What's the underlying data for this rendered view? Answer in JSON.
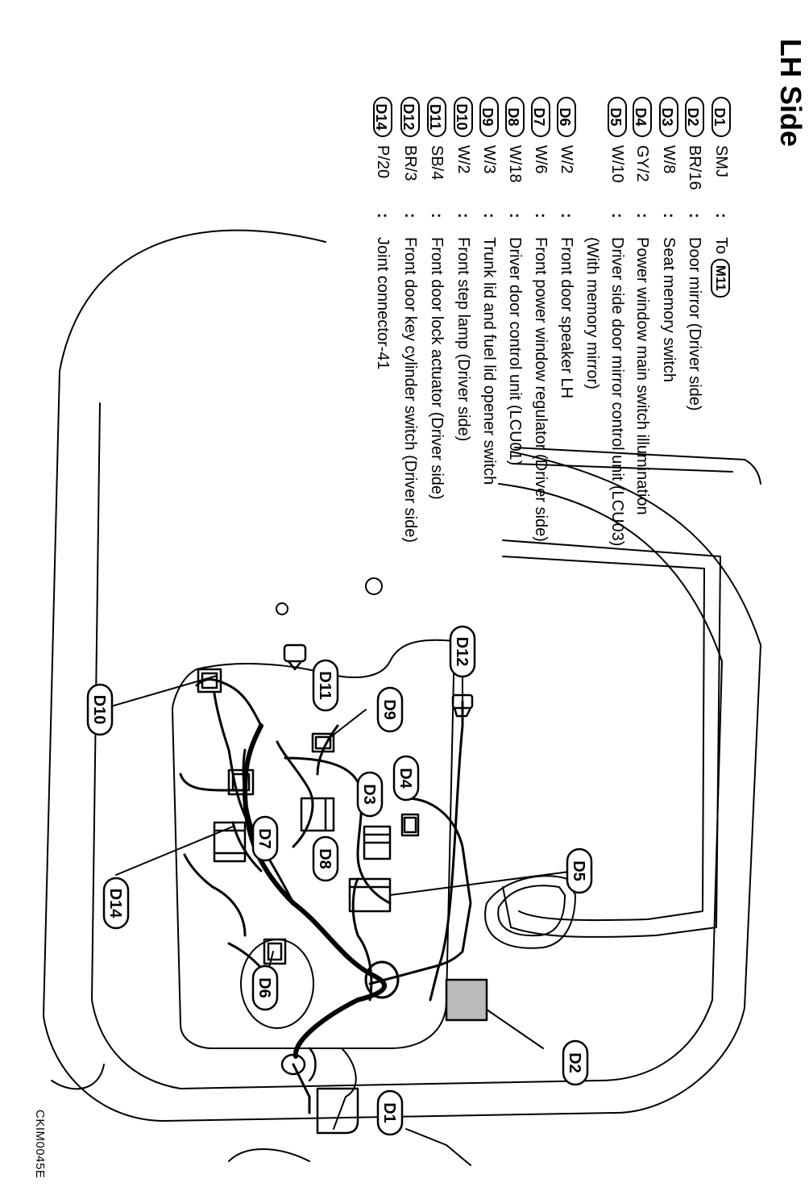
{
  "title": "LH Side",
  "figure_code": "CKIM0045E",
  "legend": [
    {
      "id": "D1",
      "wire": "SMJ",
      "desc": "To",
      "ref": "M11"
    },
    {
      "id": "D2",
      "wire": "BR/16",
      "desc": "Door mirror (Driver side)"
    },
    {
      "id": "D3",
      "wire": "W/8",
      "desc": "Seat memory switch"
    },
    {
      "id": "D4",
      "wire": "GY/2",
      "desc": "Power window main switch illumination"
    },
    {
      "id": "D5",
      "wire": "W/10",
      "desc": "Driver side door mirror control unit (LCU03)",
      "desc_line2": "(With memory mirror)"
    },
    {
      "id": "D6",
      "wire": "W/2",
      "desc": "Front door speaker LH"
    },
    {
      "id": "D7",
      "wire": "W/6",
      "desc": "Front power window regulator (Driver side)"
    },
    {
      "id": "D8",
      "wire": "W/18",
      "desc": "Driver door control unit (LCU01)"
    },
    {
      "id": "D9",
      "wire": "W/3",
      "desc": "Trunk lid and fuel lid opener switch"
    },
    {
      "id": "D10",
      "wire": "W/2",
      "desc": "Front step lamp (Driver side)"
    },
    {
      "id": "D11",
      "wire": "SB/4",
      "desc": "Front door lock actuator (Driver side)"
    },
    {
      "id": "D12",
      "wire": "BR/3",
      "desc": "Front door key cylinder switch (Driver side)"
    },
    {
      "id": "D14",
      "wire": "P/20",
      "desc": "Joint connector-41"
    }
  ],
  "callouts": {
    "D1": "D1",
    "D2": "D2",
    "D3": "D3",
    "D4": "D4",
    "D5": "D5",
    "D6": "D6",
    "D7": "D7",
    "D8": "D8",
    "D9": "D9",
    "D10": "D10",
    "D11": "D11",
    "D12": "D12",
    "D14": "D14"
  },
  "colon": ":"
}
